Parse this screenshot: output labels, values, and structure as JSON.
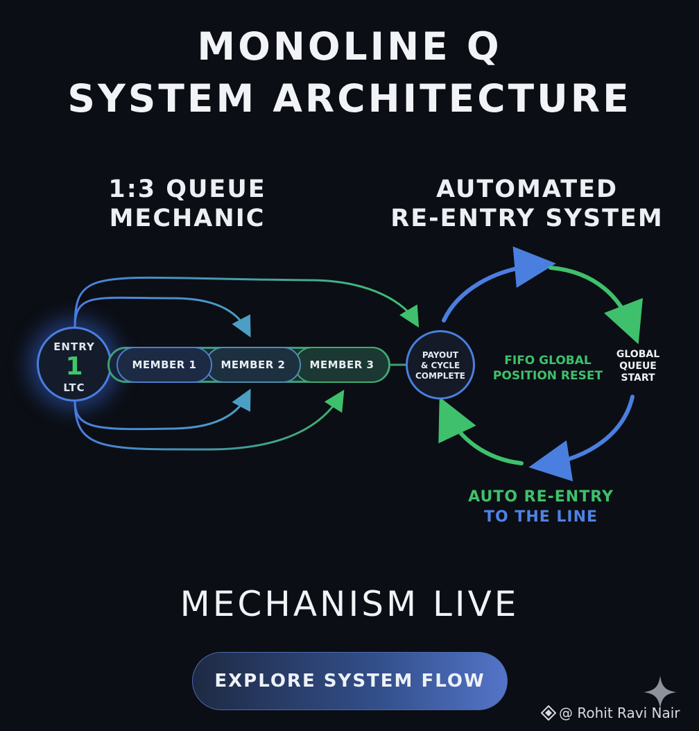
{
  "title": {
    "line1": "MONOLINE Q",
    "line2": "SYSTEM ARCHITECTURE"
  },
  "queue_section": {
    "line1": "1:3 QUEUE",
    "line2": "MECHANIC"
  },
  "reentry_section": {
    "line1": "AUTOMATED",
    "line2": "RE-ENTRY SYSTEM"
  },
  "entry": {
    "label": "ENTRY",
    "amount": "1",
    "unit": "LTC"
  },
  "members": [
    "MEMBER 1",
    "MEMBER 2",
    "MEMBER 3"
  ],
  "payout": {
    "line1": "PAYOUT",
    "line2": "& CYCLE",
    "line3": "COMPLETE"
  },
  "cycle": {
    "fifo_line1": "FIFO GLOBAL",
    "fifo_line2": "POSITION RESET",
    "global_line1": "GLOBAL",
    "global_line2": "QUEUE",
    "global_line3": "START",
    "auto_line1": "AUTO RE-ENTRY",
    "auto_line2": "TO THE LINE"
  },
  "status": "MECHANISM LIVE",
  "cta_label": "EXPLORE SYSTEM FLOW",
  "credit": "@ Rohit Ravi Nair",
  "colors": {
    "background": "#0b0e14",
    "blue": "#4a7fe0",
    "green": "#3fc06c",
    "teal": "#4a9fb0"
  },
  "icons": {
    "watermark": "sparkle-icon",
    "credit": "diamond-logo-icon"
  }
}
